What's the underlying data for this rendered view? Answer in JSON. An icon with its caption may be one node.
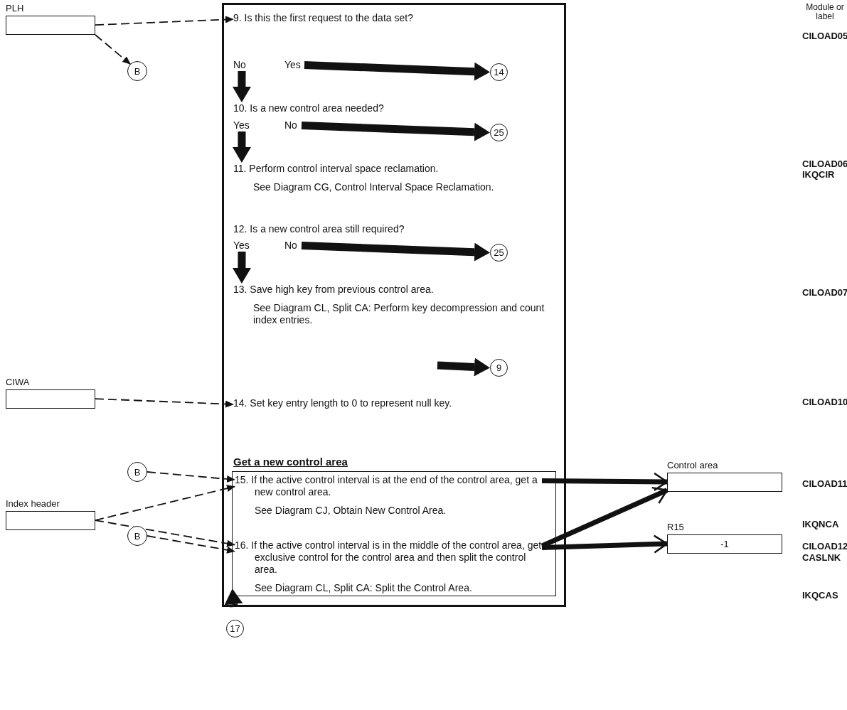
{
  "diagram": {
    "nodes": [
      {
        "text": [
          "PLH"
        ]
      },
      {
        "text": [
          "B"
        ]
      },
      {
        "text": [],
        "shape": "box"
      },
      {
        "text": [
          "9. Is this the first request to the data set?"
        ],
        "in": 2
      },
      {
        "text": [
          "14"
        ],
        "in": 2
      },
      {
        "text": [
          "10. Is a new control area needed?"
        ],
        "in": 2
      },
      {
        "text": [
          "25"
        ],
        "in": 2
      },
      {
        "text": [
          "11. Perform control interval space reclamation.",
          "See Diagram CG, Control Interval Space Reclamation."
        ],
        "in": 2
      },
      {
        "text": [
          "12. Is a new control area still required?"
        ],
        "in": 2
      },
      {
        "text": [
          "25"
        ],
        "in": 2
      },
      {
        "text": [
          "13. Save high key from previous control area.",
          "See Diagram CL, Split CA: Perform key decompression and count index entries."
        ],
        "in": 2
      },
      {
        "text": [
          "9"
        ],
        "in": 2
      },
      {
        "text": [
          "CIWA"
        ]
      },
      {
        "text": [
          "14. Set key entry length to 0 to represent null key."
        ],
        "in": 2
      },
      {
        "text": [
          "Get a new control area"
        ],
        "in": 2
      },
      {
        "text": [
          "B"
        ]
      },
      {
        "text": [
          "15. If the active control interval is at the end of the control area, get a new control area.",
          "See Diagram CJ, Obtain New Control Area."
        ],
        "in": 14
      },
      {
        "text": [
          "Index header"
        ]
      },
      {
        "text": [
          "Control area"
        ]
      },
      {
        "text": [
          "16. If the active control interval is in the middle of the control area, get exclusive control for the control area and then split the control area.",
          "See Diagram CL, Split CA: Split the Control Area."
        ],
        "in": 14
      },
      {
        "text": [
          "B"
        ]
      },
      {
        "text": [
          "R15",
          "-1"
        ]
      },
      {
        "text": [
          "17"
        ]
      },
      {
        "text": [
          "No"
        ],
        "in": 2
      },
      {
        "text": [
          "Yes"
        ],
        "in": 2
      },
      {
        "text": [
          "Yes"
        ],
        "in": 2
      },
      {
        "text": [
          "No"
        ],
        "in": 2
      },
      {
        "text": [
          "Yes"
        ],
        "in": 2
      },
      {
        "text": [
          "No"
        ],
        "in": 2
      }
    ],
    "edges": [
      {
        "from": 0,
        "to": 3,
        "arrow": "to",
        "style": "dashed"
      },
      {
        "from": 0,
        "to": 1,
        "arrow": "to",
        "style": "dashed"
      },
      {
        "from": 23,
        "to": 5,
        "arrow": "to"
      },
      {
        "from": 24,
        "to": 4,
        "arrow": "to"
      },
      {
        "from": 25,
        "to": 7,
        "arrow": "to"
      },
      {
        "from": 26,
        "to": 6,
        "arrow": "to"
      },
      {
        "from": 27,
        "to": 10,
        "arrow": "to"
      },
      {
        "from": 28,
        "to": 9,
        "arrow": "to"
      },
      {
        "from": null,
        "to": 11,
        "arrow": "to"
      },
      {
        "from": 12,
        "to": 13,
        "arrow": "to",
        "style": "dashed"
      },
      {
        "from": 15,
        "to": 16,
        "arrow": "to",
        "style": "dashed"
      },
      {
        "from": 17,
        "to": 16,
        "arrow": "to",
        "style": "dashed"
      },
      {
        "from": 17,
        "to": 19,
        "arrow": "to",
        "style": "dashed"
      },
      {
        "from": 20,
        "to": 19,
        "arrow": "to",
        "style": "dashed"
      },
      {
        "from": 16,
        "to": 18,
        "arrow": "to"
      },
      {
        "from": 19,
        "to": 18,
        "arrow": "to"
      },
      {
        "from": 19,
        "to": 21,
        "arrow": "to"
      },
      {
        "from": 2,
        "to": 22,
        "arrow": "to"
      }
    ],
    "labels": [
      "Module or label",
      "CILOAD05",
      "CILOAD06",
      "IKQCIR",
      "CILOAD07",
      "CILOAD10",
      "CILOAD11",
      "IKQNCA",
      "CILOAD12",
      "CASLNK",
      "IKQCAS"
    ]
  }
}
